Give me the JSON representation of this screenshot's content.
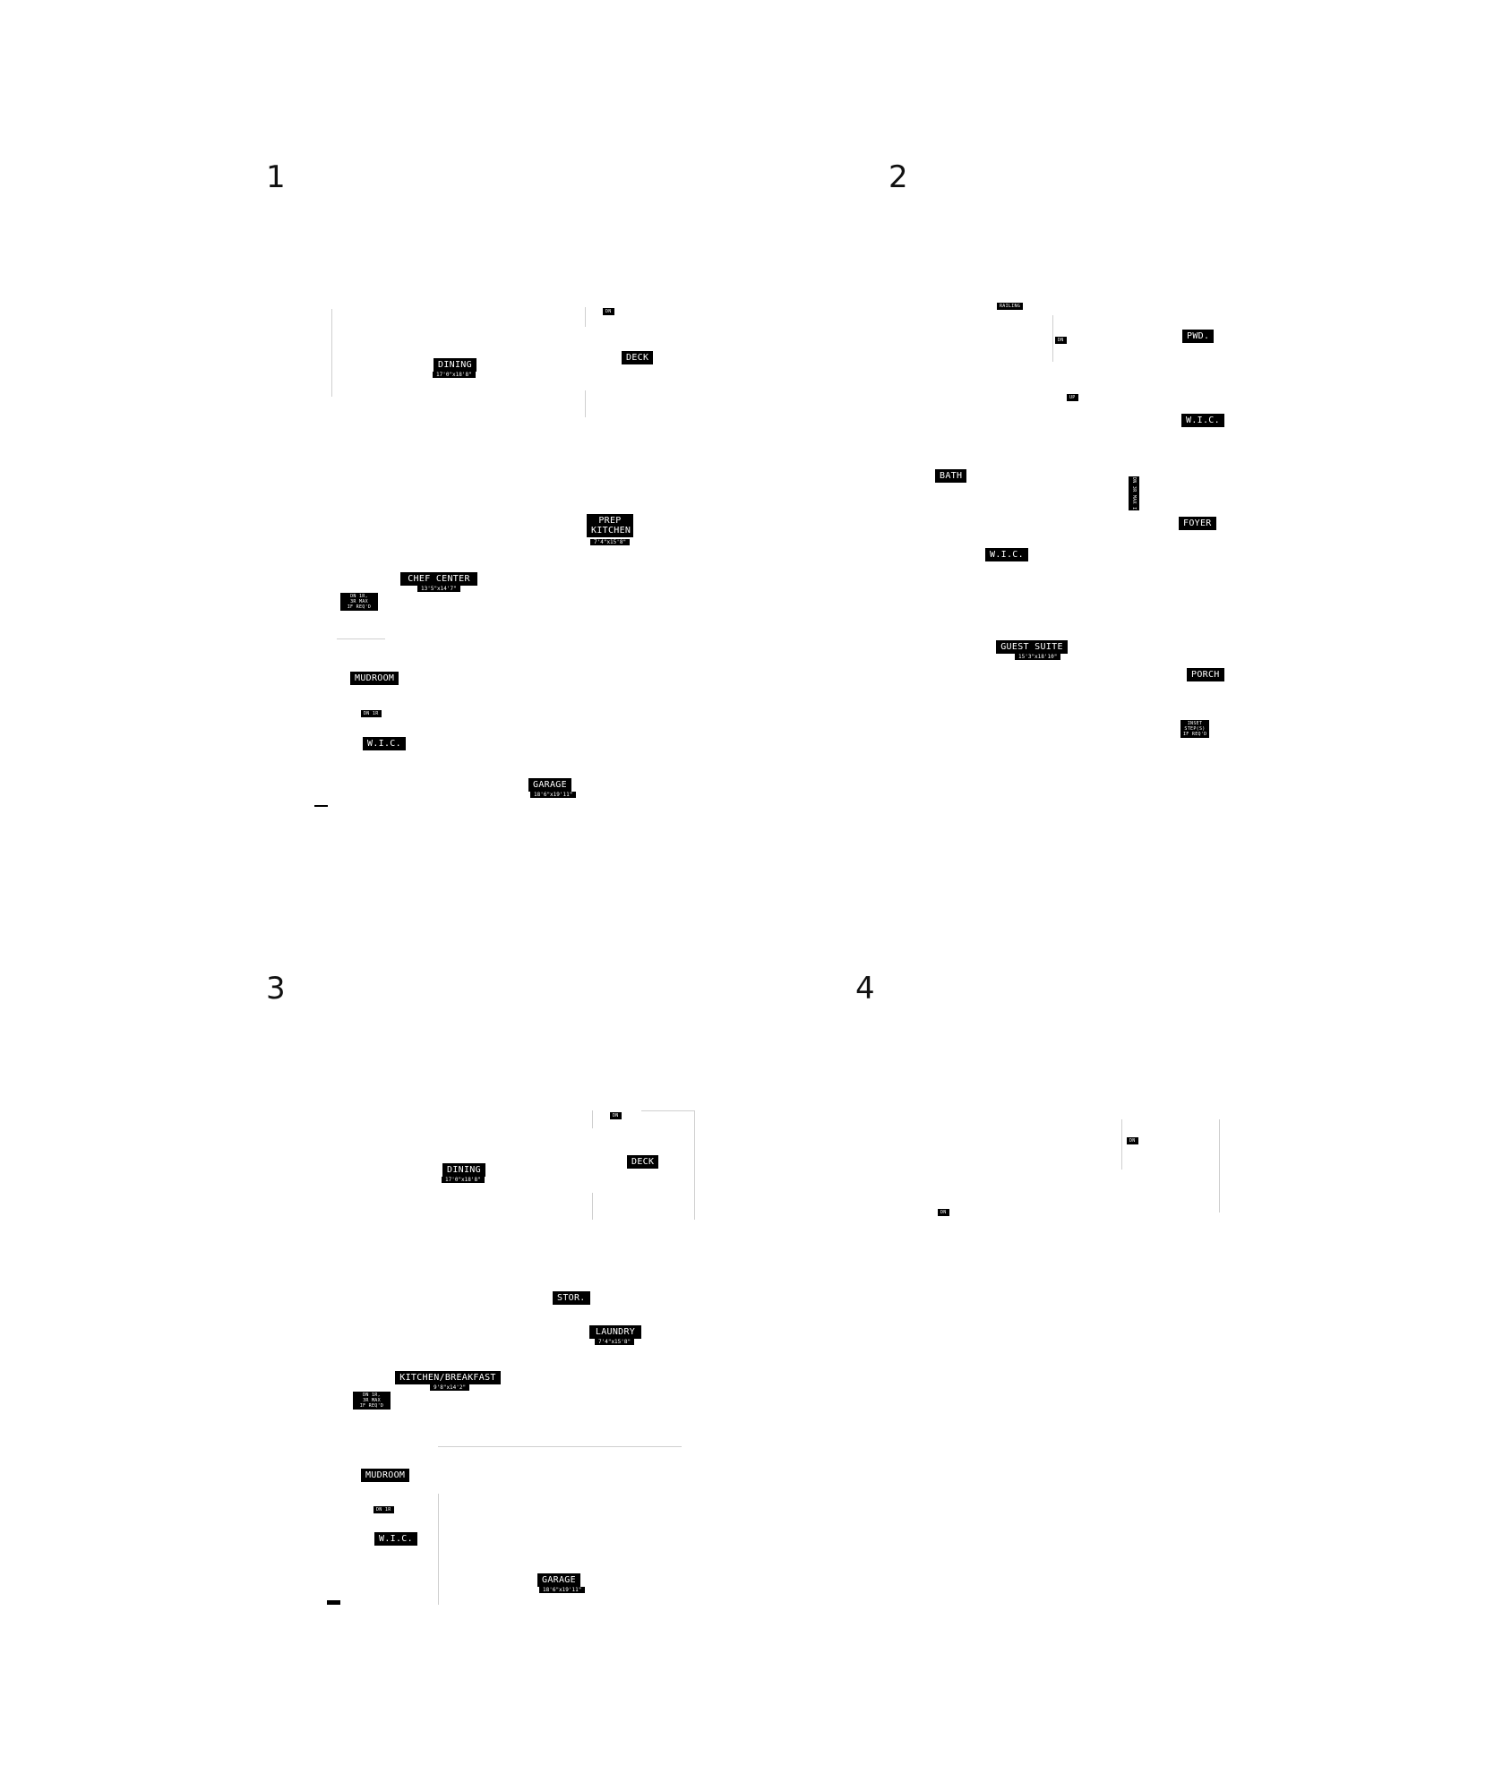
{
  "panels": [
    {
      "number": "1",
      "rooms": {
        "dn_top": "DN",
        "dining": "DINING",
        "dining_dim": "17'0\"x18'8\"",
        "deck": "DECK",
        "prep_kitchen_1": "PREP",
        "prep_kitchen_2": "KITCHEN",
        "prep_kitchen_dim": "7'4\"x15'8\"",
        "chef_center": "CHEF CENTER",
        "chef_center_dim": "13'5\"x14'7\"",
        "dn_note_1": "DN 1R,",
        "dn_note_2": "3R MAX",
        "dn_note_3": "IF REQ'D",
        "mudroom": "MUDROOM",
        "dn_1r": "DN 1R",
        "wic": "W.I.C.",
        "garage": "GARAGE",
        "garage_dim": "18'6\"x19'11\""
      }
    },
    {
      "number": "2",
      "rooms": {
        "railing": "RAILING",
        "dn": "DN",
        "pwd": "PWD.",
        "up": "UP",
        "wic_right": "W.I.C.",
        "bath": "BATH",
        "stair_note": "DN 3R MAX IF REQ'D",
        "foyer": "FOYER",
        "wic_left": "W.I.C.",
        "guest_suite": "GUEST SUITE",
        "guest_suite_dim": "15'3\"x18'10\"",
        "porch": "PORCH",
        "inset_1": "INSET",
        "inset_2": "STEP(S)",
        "inset_3": "IF REQ'D"
      }
    },
    {
      "number": "3",
      "rooms": {
        "dn_top": "DN",
        "dining": "DINING",
        "dining_dim": "17'0\"x18'8\"",
        "deck": "DECK",
        "stor": "STOR.",
        "laundry": "LAUNDRY",
        "laundry_dim": "7'4\"x15'8\"",
        "kitchen_breakfast": "KITCHEN/BREAKFAST",
        "kitchen_breakfast_dim": "9'8\"x14'2\"",
        "dn_note_1": "DN 1R,",
        "dn_note_2": "3R MAX",
        "dn_note_3": "IF REQ'D",
        "mudroom": "MUDROOM",
        "dn_1r": "DN 1R",
        "wic": "W.I.C.",
        "garage": "GARAGE",
        "garage_dim": "18'6\"x19'11\""
      }
    },
    {
      "number": "4",
      "rooms": {
        "dn_right": "DN",
        "dn_left": "DN"
      }
    }
  ]
}
